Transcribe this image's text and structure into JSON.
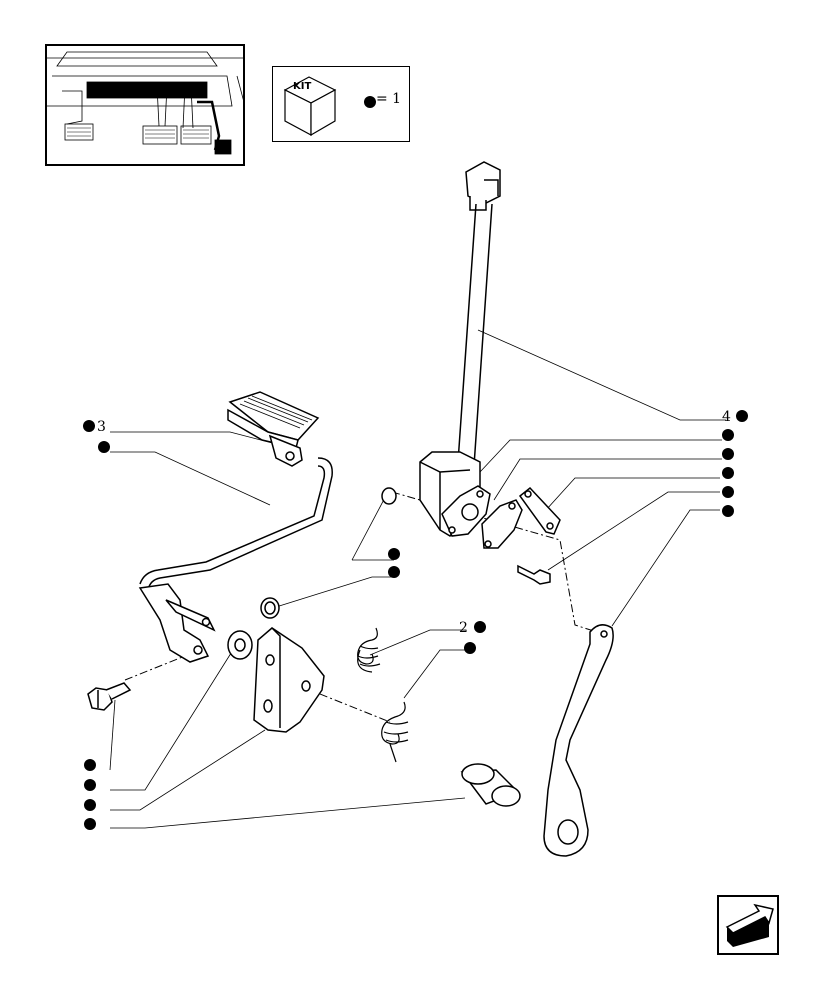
{
  "kit": {
    "label": "KIT",
    "equals_text": "= 1"
  },
  "callouts": [
    {
      "id": "c3",
      "number": "3"
    },
    {
      "id": "c2",
      "number": "2"
    },
    {
      "id": "c4",
      "number": "4"
    }
  ],
  "icons": {
    "kit": "kit-cube-icon",
    "nav": "next-page-arrow-icon",
    "bullet": "filled-dot-icon"
  },
  "colors": {
    "ink": "#000000",
    "paper": "#ffffff"
  }
}
